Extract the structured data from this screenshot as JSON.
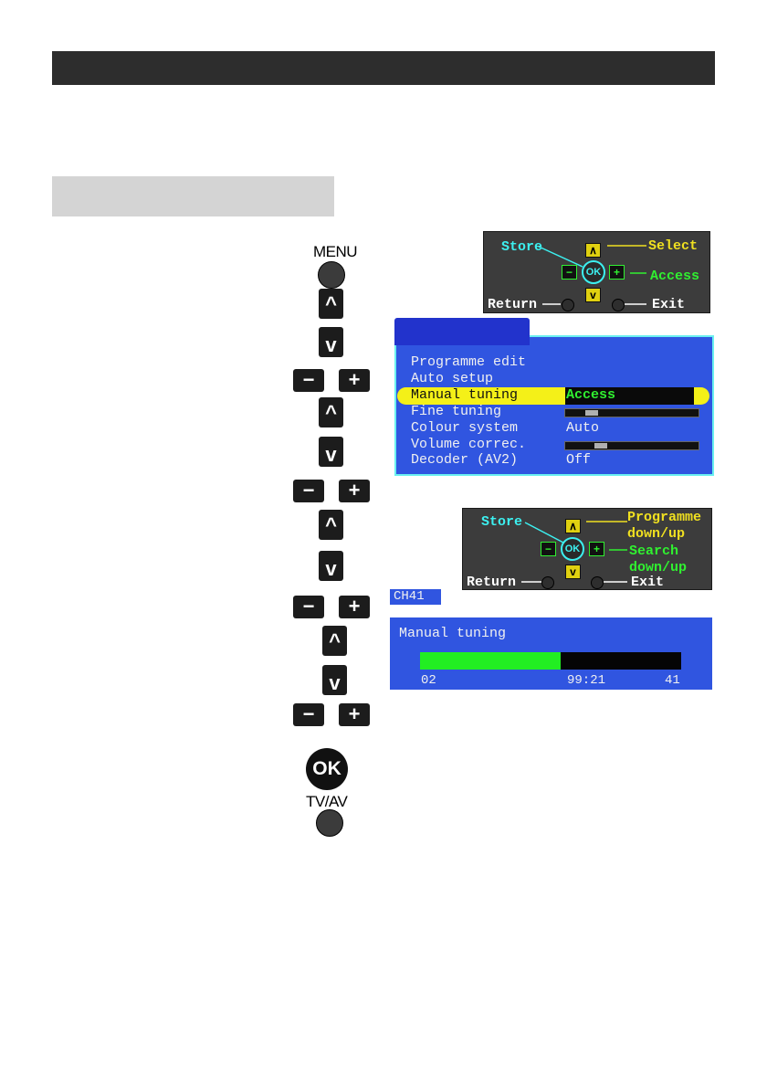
{
  "remote": {
    "menu_label": "MENU",
    "tvav_label": "TV/AV",
    "ok_label": "OK",
    "up_glyph": "^",
    "down_glyph": "v",
    "minus_glyph": "−",
    "plus_glyph": "+"
  },
  "panel1": {
    "store": "Store",
    "select": "Select",
    "access": "Access",
    "return": "Return",
    "exit": "Exit",
    "ok": "OK",
    "up": "∧",
    "down": "v",
    "minus": "−",
    "plus": "+"
  },
  "menu": {
    "items": [
      {
        "label": "Programme edit",
        "value": ""
      },
      {
        "label": "Auto setup",
        "value": ""
      },
      {
        "label": "Manual tuning",
        "value": "Access"
      },
      {
        "label": "Fine tuning",
        "slider": 0.17
      },
      {
        "label": "Colour system",
        "value": "Auto"
      },
      {
        "label": "Volume correc.",
        "slider": 0.24
      },
      {
        "label": "Decoder (AV2)",
        "value": "Off"
      }
    ]
  },
  "panel2": {
    "store": "Store",
    "programme": "Programme",
    "down_up_1": "down/up",
    "search": "Search",
    "down_up_2": "down/up",
    "return": "Return",
    "exit": "Exit",
    "ok": "OK",
    "up": "∧",
    "down": "v",
    "minus": "−",
    "plus": "+"
  },
  "channel_badge": "CH41",
  "tuning": {
    "title": "Manual tuning",
    "progress": 0.54,
    "left_value": "02",
    "mid_value": "99:21",
    "right_value": "41"
  },
  "colors": {
    "title_bar": "#2d2d2d",
    "menu_blue": "#3055e0",
    "highlight_yellow": "#f4f018",
    "progress_green": "#22ee22"
  }
}
